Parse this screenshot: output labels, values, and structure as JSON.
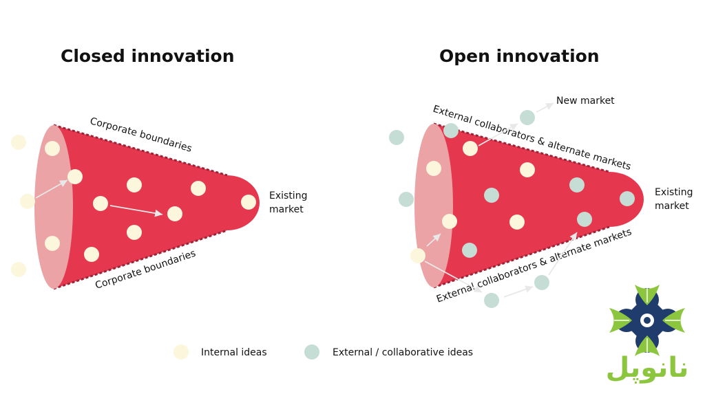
{
  "closed": {
    "title": "Closed innovation",
    "upper_boundary": "Corporate boundaries",
    "lower_boundary": "Corporate boundaries",
    "market_line1": "Existing",
    "market_line2": "market"
  },
  "open": {
    "title": "Open innovation",
    "upper_boundary": "External collaborators & alternate markets",
    "lower_boundary": "External collaborators & alternate markets",
    "new_market": "New market",
    "market_line1": "Existing",
    "market_line2": "market"
  },
  "legend": {
    "internal": "Internal ideas",
    "external": "External / collaborative ideas"
  },
  "logo": {
    "text": "نانوپل"
  },
  "colors": {
    "funnel": "#e5384f",
    "funnel_end": "#eba3a6",
    "internal_idea": "#fbf6dc",
    "external_idea": "#c5ddd5",
    "arrow": "#e8e8e8",
    "logo_navy": "#1f3c6d",
    "logo_green": "#8cc63f"
  }
}
